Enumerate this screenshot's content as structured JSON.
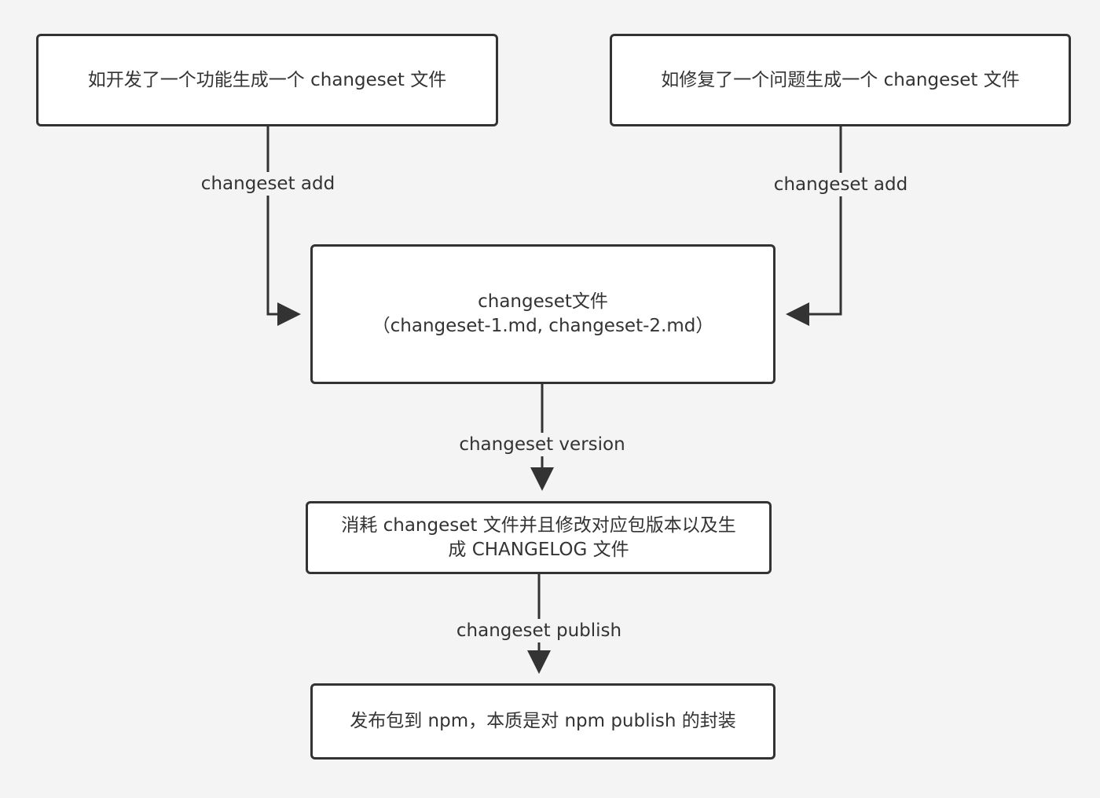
{
  "nodes": {
    "feature": "如开发了一个功能生成一个 changeset 文件",
    "fix": "如修复了一个问题生成一个 changeset 文件",
    "changeset_files": "changeset文件\n（changeset-1.md, changeset-2.md）",
    "consume": "消耗 changeset 文件并且修改对应包版本以及生\n成 CHANGELOG 文件",
    "publish": "发布包到 npm，本质是对 npm publish 的封装"
  },
  "edges": {
    "add_left": "changeset add",
    "add_right": "changeset add",
    "version": "changeset version",
    "publish": "changeset publish"
  },
  "colors": {
    "background": "#f4f4f4",
    "node_fill": "#ffffff",
    "stroke": "#333333",
    "text": "#333333"
  }
}
